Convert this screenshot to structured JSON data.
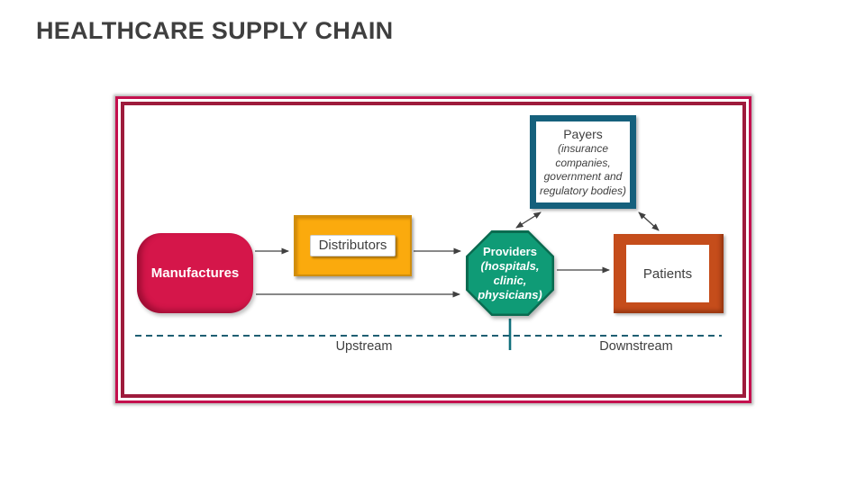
{
  "title": "HEALTHCARE SUPPLY CHAIN",
  "nodes": {
    "manufactures": {
      "label": "Manufactures",
      "fill": "#d5164a"
    },
    "distributors": {
      "label": "Distributors",
      "fill": "#fbaa0d",
      "border": "#d08e0e"
    },
    "providers": {
      "label": "Providers",
      "sublabel": "(hospitals, clinic, physicians)",
      "fill": "#0f9b76",
      "border": "#0a6b50"
    },
    "payers": {
      "label": "Payers",
      "sublabel": "(insurance companies, government and regulatory bodies)",
      "border": "#15607c"
    },
    "patients": {
      "label": "Patients",
      "border": "#c54d1b"
    }
  },
  "zones": {
    "upstream": "Upstream",
    "downstream": "Downstream"
  },
  "colors": {
    "frame_outer": "#c4104e",
    "frame_inner": "#9e1b3c",
    "arrow": "#404040",
    "dashed_line": "#1e5f73",
    "divider_tick": "#11707c",
    "title_text": "#3f3f3f"
  }
}
